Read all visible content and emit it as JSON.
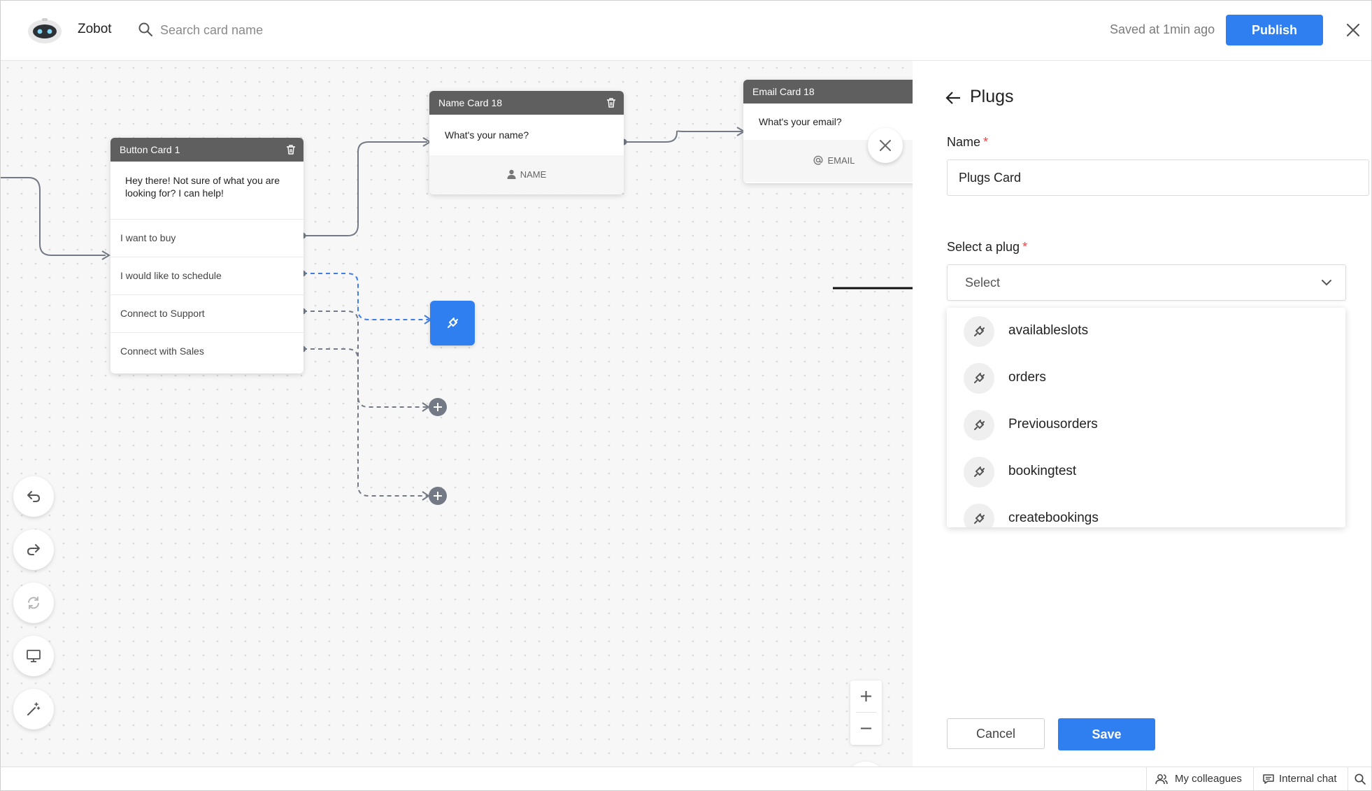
{
  "header": {
    "app_name": "Zobot",
    "search_placeholder": "Search card name",
    "saved_status": "Saved at 1min ago",
    "publish_label": "Publish",
    "logo_icon": "bot-logo-icon",
    "close_icon": "close-icon"
  },
  "canvas": {
    "button_card": {
      "title": "Button Card 1",
      "message_line1": "Hey there! Not sure of what you are",
      "message_line2": "looking for? I can help!",
      "options": [
        "I want to buy",
        "I would like to schedule",
        "Connect to Support",
        "Connect with Sales"
      ]
    },
    "name_card": {
      "title": "Name Card 18",
      "message": "What's your name?",
      "field": "NAME"
    },
    "email_card": {
      "title": "Email Card 18",
      "message": "What's your email?",
      "field": "EMAIL"
    },
    "tools": [
      "undo-icon",
      "redo-icon",
      "refresh-icon",
      "monitor-icon",
      "magic-wand-icon"
    ],
    "zoom": [
      "zoom-in-icon",
      "zoom-out-icon"
    ],
    "preview_icon": "eye-icon"
  },
  "panel": {
    "title": "Plugs",
    "name_label": "Name",
    "name_value": "Plugs Card",
    "select_label": "Select a plug",
    "select_placeholder": "Select",
    "required_mark": "*",
    "plug_options": [
      "availableslots",
      "orders",
      "Previousorders",
      "bookingtest",
      "createbookings"
    ],
    "cancel_label": "Cancel",
    "save_label": "Save"
  },
  "footer": {
    "colleagues_label": "My colleagues",
    "chat_label": "Internal chat"
  },
  "colors": {
    "accent": "#2f7ff0",
    "card_header": "#5f5f5f",
    "required": "#ee4444",
    "connector": "#737a85",
    "active_connector": "#3f7de8"
  }
}
